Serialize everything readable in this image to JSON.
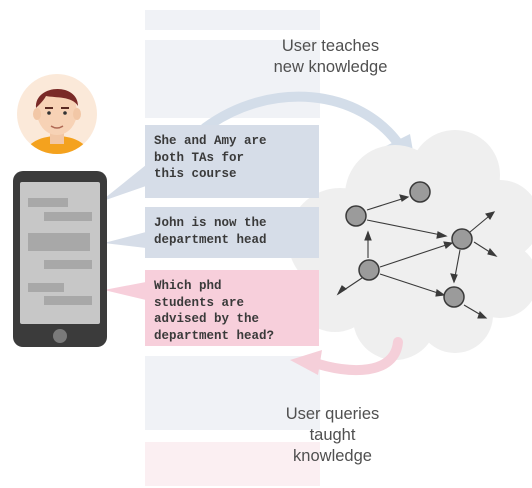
{
  "captions": {
    "teach": "User teaches\nnew knowledge",
    "query": "User queries\ntaught\nknowledge"
  },
  "messages": [
    {
      "text": "She and Amy are\nboth TAs for\nthis course",
      "kind": "teach"
    },
    {
      "text": "John is now the\ndepartment head",
      "kind": "teach"
    },
    {
      "text": "Which phd\nstudents are\nadvised by the\ndepartment head?",
      "kind": "query"
    }
  ],
  "colors": {
    "teach_bubble": "#d6dde8",
    "query_bubble": "#f7cfdb",
    "teach_arrow": "#d3dde9",
    "query_arrow": "#f5cfd9",
    "background_band": "#f0f2f6",
    "cloud": "#f0f0f0",
    "phone_body": "#3b3b3b",
    "phone_screen": "#c7c7c7",
    "avatar_bg": "#fbe9d9",
    "shirt": "#f4a21e",
    "hair": "#7a2a27",
    "node_fill": "#9b9b9b"
  },
  "icons": [
    "user-avatar-icon",
    "smartphone-icon",
    "knowledge-graph-icon"
  ]
}
